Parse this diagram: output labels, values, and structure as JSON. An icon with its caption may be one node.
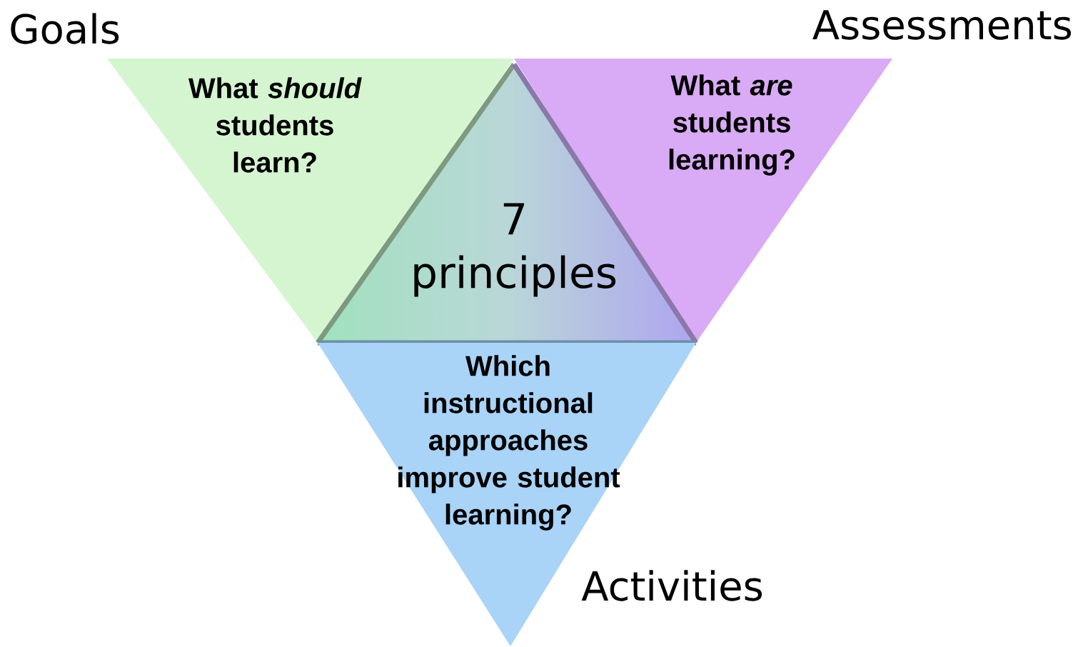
{
  "diagram": {
    "nodes": [
      {
        "text": [
          "What *should* students learn?"
        ]
      },
      {
        "text": [
          "What *are* students learning?"
        ]
      },
      {
        "text": [
          "7 principles"
        ]
      },
      {
        "text": [
          "Which instructional approaches improve student learning?"
        ]
      }
    ],
    "labels": [
      "Goals",
      "Assessments",
      "Activities"
    ]
  }
}
